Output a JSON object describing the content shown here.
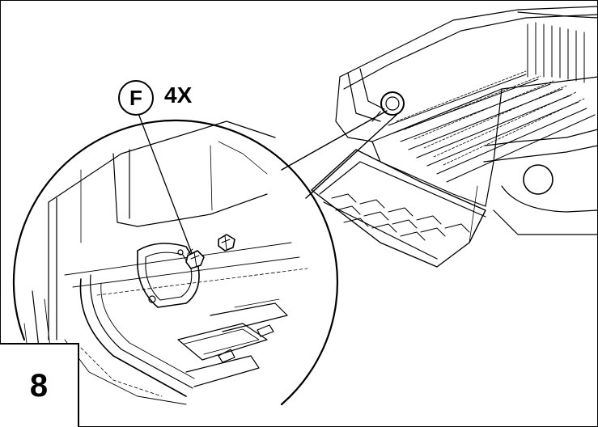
{
  "step": {
    "number": "8"
  },
  "callout": {
    "letter": "F",
    "quantity": "4X"
  },
  "colors": {
    "ink": "#000000",
    "background": "#ffffff"
  },
  "icons": {
    "hardware": "bolt-icon",
    "bed_hole": "mounting-hole-icon"
  }
}
